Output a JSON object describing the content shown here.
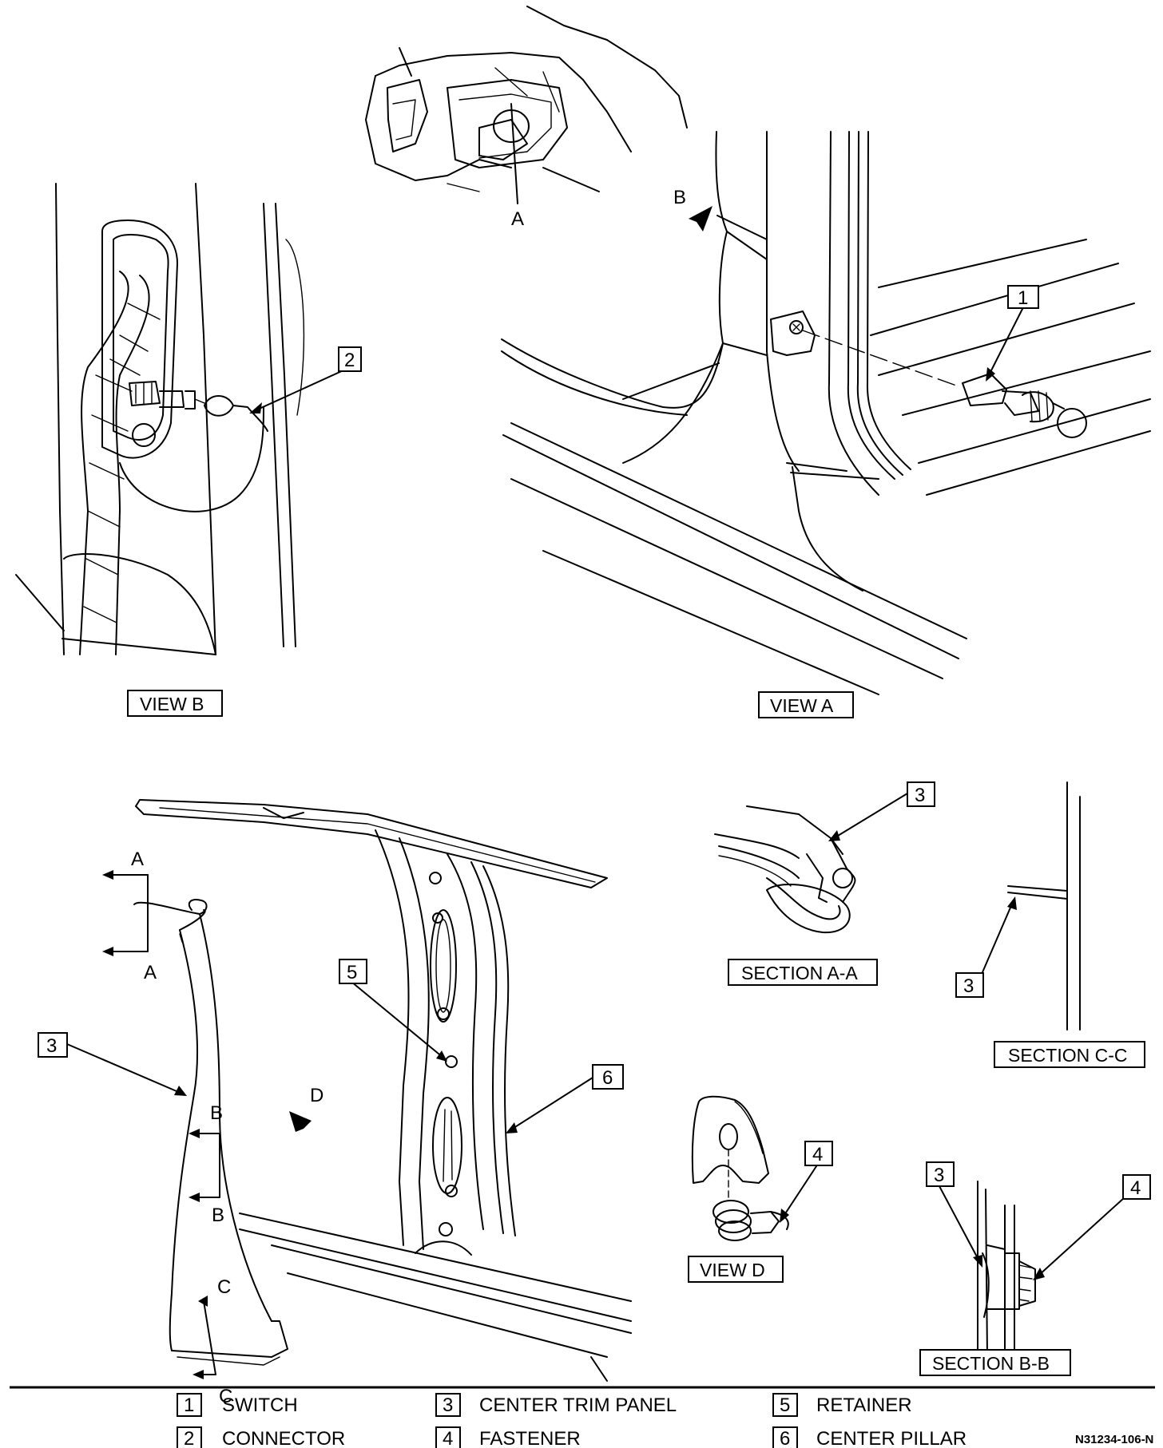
{
  "views": {
    "view_b": "VIEW B",
    "view_a": "VIEW A",
    "view_d": "VIEW D",
    "section_aa": "SECTION A-A",
    "section_cc": "SECTION C-C",
    "section_bb": "SECTION B-B"
  },
  "letters": {
    "a": "A",
    "b": "B",
    "c": "C",
    "d": "D"
  },
  "callouts": [
    "1",
    "2",
    "3",
    "4",
    "5",
    "6"
  ],
  "legend": [
    {
      "num": "1",
      "label": "SWITCH"
    },
    {
      "num": "2",
      "label": "CONNECTOR"
    },
    {
      "num": "3",
      "label": "CENTER TRIM PANEL"
    },
    {
      "num": "4",
      "label": "FASTENER"
    },
    {
      "num": "5",
      "label": "RETAINER"
    },
    {
      "num": "6",
      "label": "CENTER PILLAR"
    }
  ],
  "figure_code": "N31234-106-N"
}
